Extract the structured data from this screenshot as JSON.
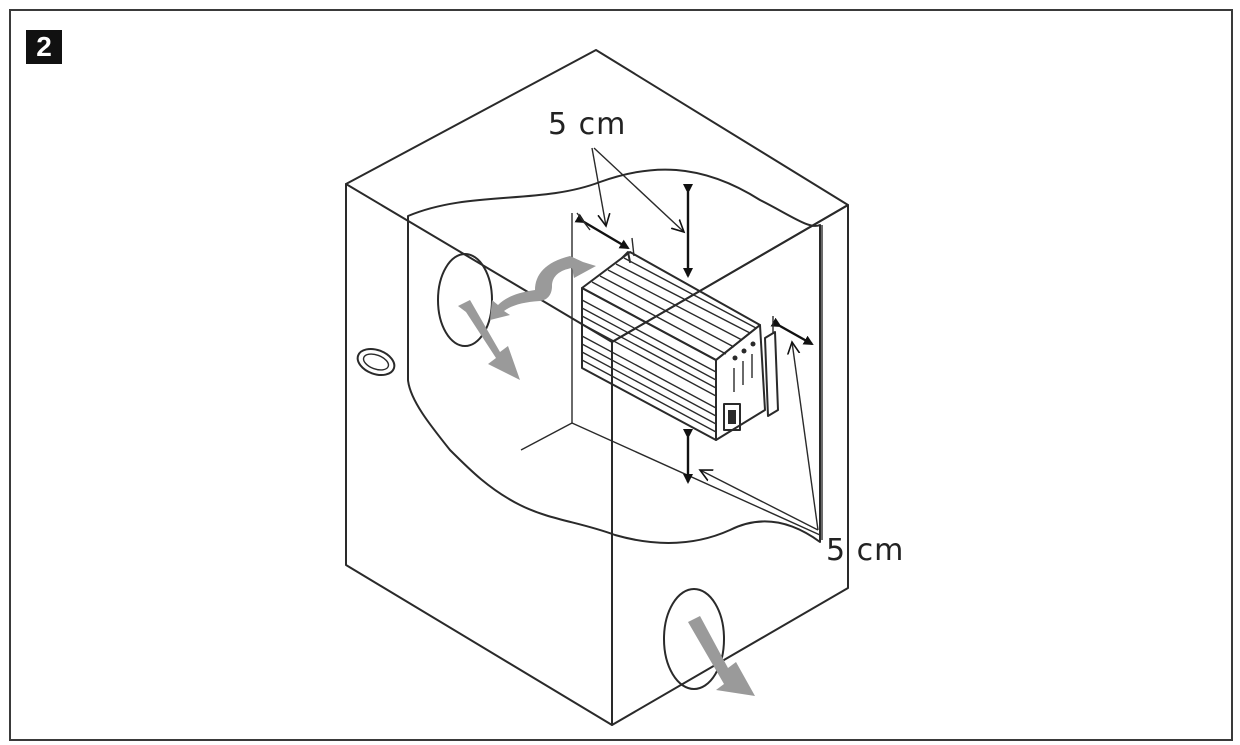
{
  "figure": {
    "number": "2"
  },
  "labels": {
    "clearance_top": "5 cm",
    "clearance_bottom": "5 cm"
  },
  "icons": {
    "airflow": "airflow-arrow-icon",
    "clearance": "dimension-arrow-icon",
    "vent": "ventilation-grille-icon"
  },
  "colors": {
    "line": "#2a2a2a",
    "airflow": "#9a9a9a",
    "badge": "#111111"
  }
}
